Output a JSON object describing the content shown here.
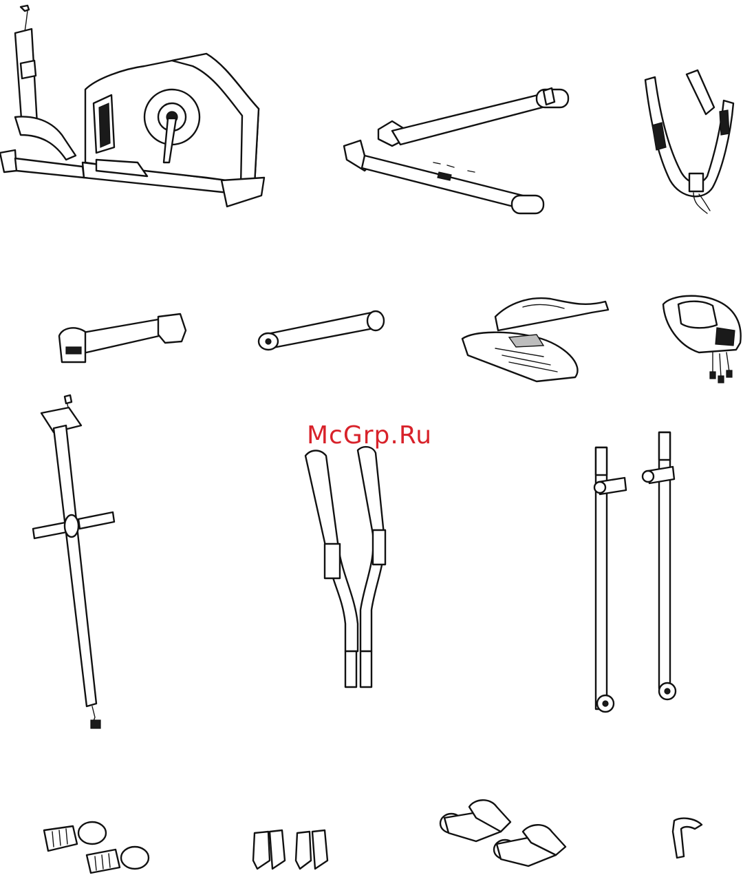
{
  "watermark": {
    "text": "McGrp.Ru",
    "color": "#d8222a"
  },
  "parts": [
    {
      "name": "main-frame-with-flywheel-housing"
    },
    {
      "name": "pedal-arms-pair"
    },
    {
      "name": "handlebar-u-shaped"
    },
    {
      "name": "rear-stabilizer"
    },
    {
      "name": "front-stabilizer"
    },
    {
      "name": "foot-pedals-pair"
    },
    {
      "name": "console-computer"
    },
    {
      "name": "console-mast"
    },
    {
      "name": "lower-handlebar-pair"
    },
    {
      "name": "moving-handlebar-arms-pair"
    },
    {
      "name": "axle-bushings"
    },
    {
      "name": "tube-end-clips"
    },
    {
      "name": "pedal-brackets"
    },
    {
      "name": "bottle-holder"
    }
  ]
}
